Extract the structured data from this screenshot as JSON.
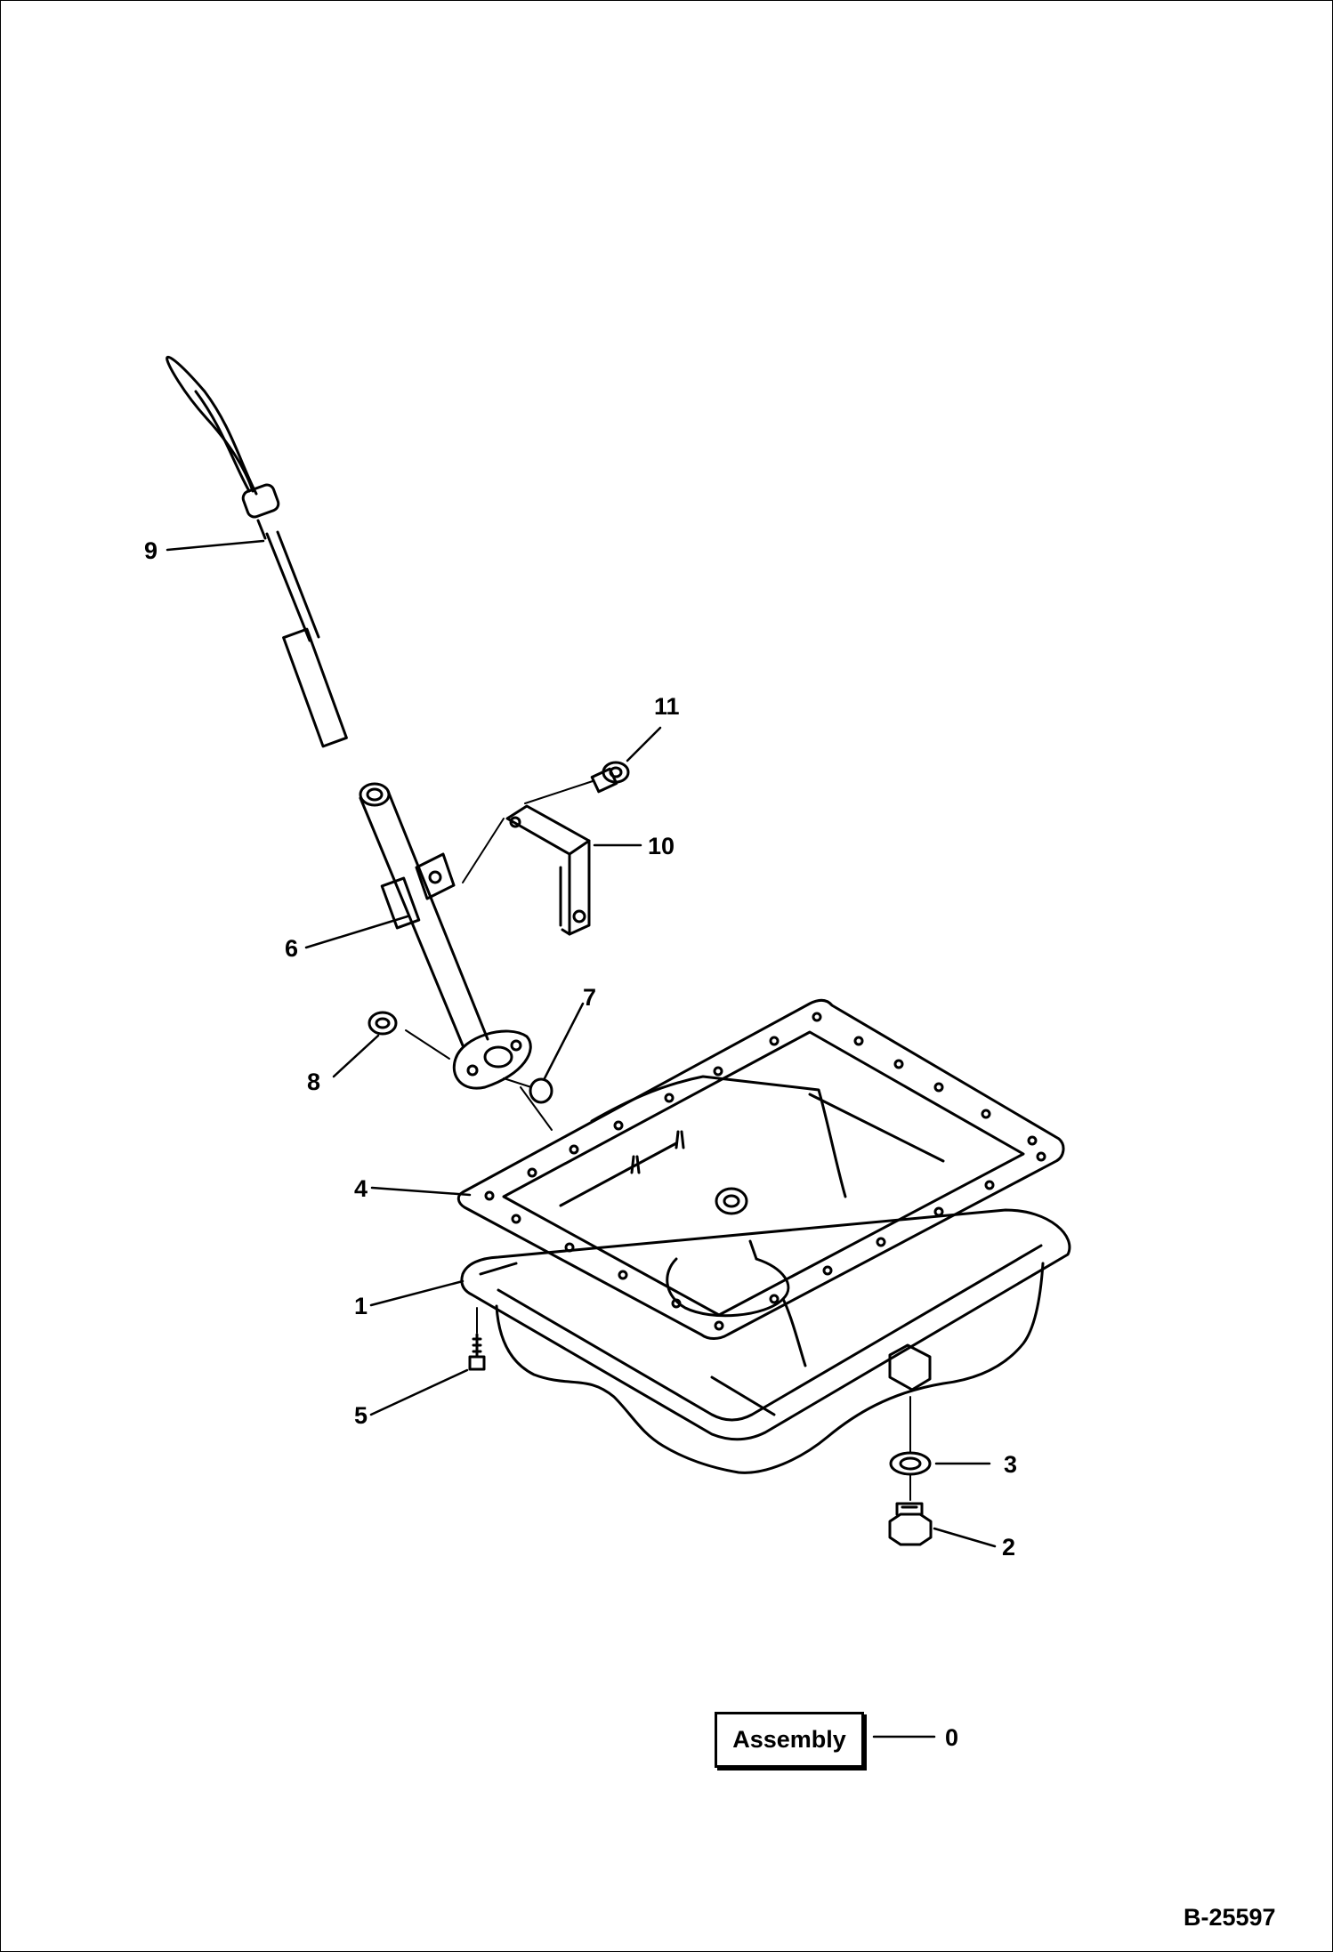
{
  "callouts": {
    "n1": "1",
    "n2": "2",
    "n3": "3",
    "n4": "4",
    "n5": "5",
    "n6": "6",
    "n7": "7",
    "n8": "8",
    "n9": "9",
    "n10": "10",
    "n11": "11"
  },
  "assembly": {
    "label": "Assembly",
    "number": "0"
  },
  "reference_code": "B-25597"
}
